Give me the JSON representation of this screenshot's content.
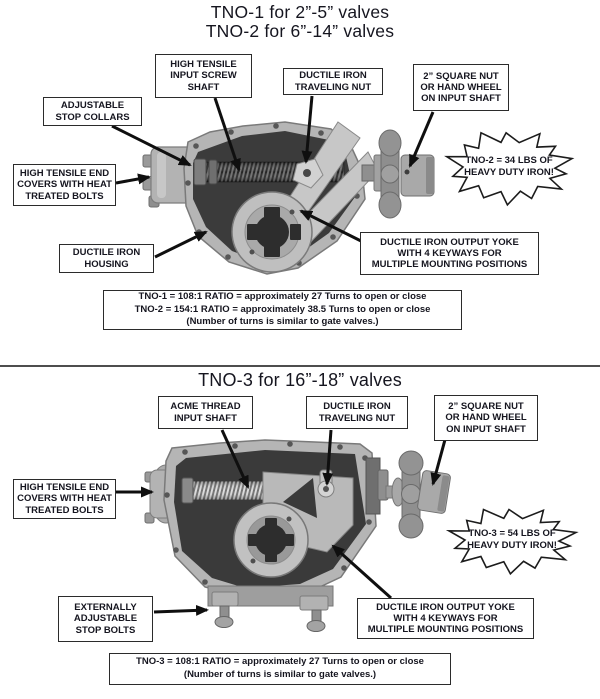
{
  "colors": {
    "ink": "#15151f",
    "line": "#2b2b2b",
    "background": "#ffffff"
  },
  "section1": {
    "title_line1": "TNO-1 for 2”-5” valves",
    "title_line2": "TNO-2 for 6”-14” valves",
    "callouts": {
      "input_screw_shaft": "HIGH TENSILE\nINPUT SCREW\nSHAFT",
      "stop_collars": "ADJUSTABLE\nSTOP COLLARS",
      "end_covers": "HIGH TENSILE END\nCOVERS WITH HEAT\nTREATED BOLTS",
      "traveling_nut": "DUCTILE IRON\nTRAVELING NUT",
      "square_nut": "2” SQUARE NUT\nOR HAND WHEEL\nON INPUT SHAFT",
      "housing": "DUCTILE IRON\nHOUSING",
      "output_yoke": "DUCTILE IRON OUTPUT YOKE\nWITH 4 KEYWAYS FOR\nMULTIPLE MOUNTING POSITIONS"
    },
    "starburst": "TNO-2 = 34 LBS OF\nHEAVY DUTY IRON!",
    "ratio_note_line1": "TNO-1 = 108:1 RATIO = approximately 27 Turns to open or close",
    "ratio_note_line2": "TNO-2 = 154:1 RATIO = approximately 38.5 Turns to open or close",
    "ratio_note_line3": "(Number of turns is similar to gate valves.)"
  },
  "section2": {
    "title": "TNO-3 for 16”-18” valves",
    "callouts": {
      "acme_shaft": "ACME THREAD\nINPUT SHAFT",
      "traveling_nut": "DUCTILE IRON\nTRAVELING NUT",
      "square_nut": "2” SQUARE NUT\nOR HAND WHEEL\nON INPUT SHAFT",
      "end_covers": "HIGH TENSILE END\nCOVERS WITH HEAT\nTREATED BOLTS",
      "stop_bolts": "EXTERNALLY\nADJUSTABLE\nSTOP BOLTS",
      "output_yoke": "DUCTILE IRON OUTPUT YOKE\nWITH 4 KEYWAYS FOR\nMULTIPLE MOUNTING POSITIONS"
    },
    "starburst": "TNO-3 = 54 LBS OF\nHEAVY DUTY IRON!",
    "ratio_note_line1": "TNO-3 = 108:1 RATIO = approximately 27 Turns to open or close",
    "ratio_note_line2": "(Number of turns is similar to gate valves.)"
  }
}
